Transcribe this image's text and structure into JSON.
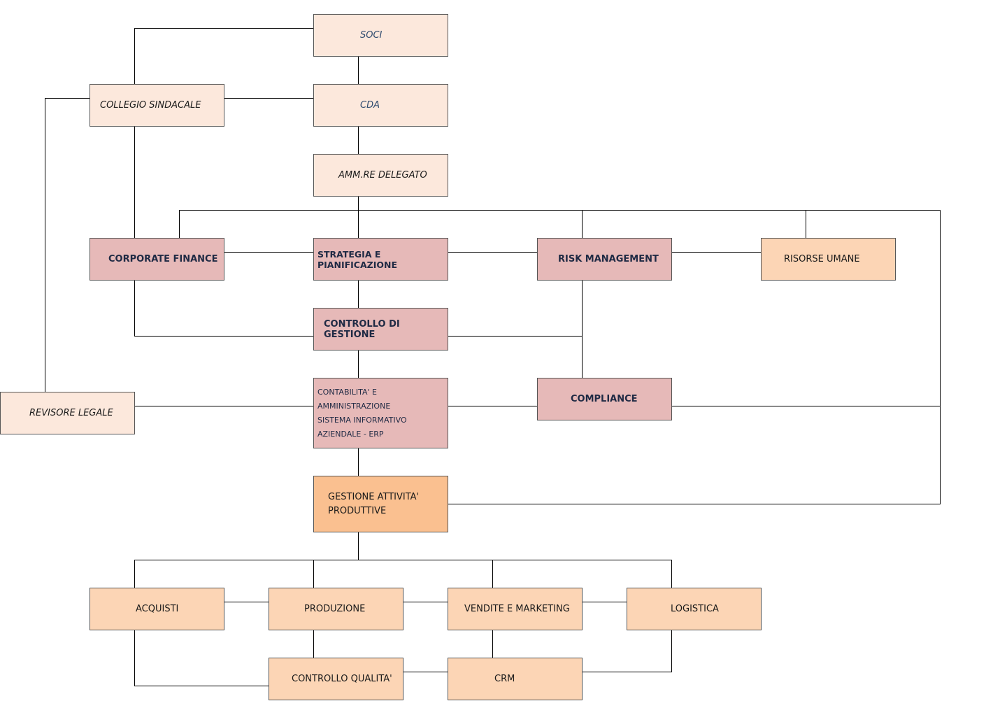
{
  "nodes": {
    "soci": "SOCI",
    "cda": "CDA",
    "collegio": "COLLEGIO SINDACALE",
    "amm": "AMM.RE DELEGATO",
    "corp_fin": "CORPORATE FINANCE",
    "strategia": "STRATEGIA E PIANIFICAZIONE",
    "risk": "RISK MANAGEMENT",
    "risorse": "RISORSE UMANE",
    "controllo": "CONTROLLO DI GESTIONE",
    "revisore": "REVISORE LEGALE",
    "contab": [
      "CONTABILITA' E AMMINISTRAZIONE",
      "SISTEMA INFORMATIVO",
      "AZIENDALE - ERP"
    ],
    "compliance": "COMPLIANCE",
    "gestione": [
      "GESTIONE ATTIVITA'",
      "PRODUTTIVE"
    ],
    "acquisti": "ACQUISTI",
    "produzione": "PRODUZIONE",
    "vendite": "VENDITE E MARKETING",
    "logistica": "LOGISTICA",
    "qualita": "CONTROLLO QUALITA'",
    "crm": "CRM"
  },
  "colors": {
    "governance": "#fce8dc",
    "staff": "#e6b9b8",
    "operations": "#fcd5b5",
    "operations_head": "#fac090",
    "line": "#000000"
  }
}
